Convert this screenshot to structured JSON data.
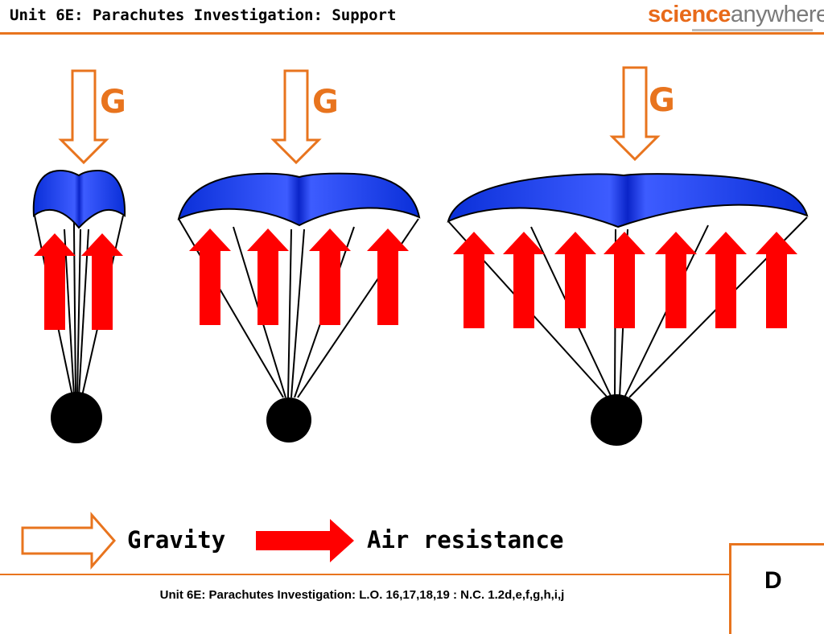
{
  "header": {
    "title": "Unit 6E: Parachutes Investigation: Support",
    "logo_part1": "science",
    "logo_part2": "anywhere"
  },
  "diagram": {
    "gravity_label": "G",
    "parachutes": [
      {
        "air_resistance_arrows": 2
      },
      {
        "air_resistance_arrows": 4
      },
      {
        "air_resistance_arrows": 7
      }
    ]
  },
  "legend": {
    "gravity": "Gravity",
    "air_resistance": "Air resistance"
  },
  "footer": {
    "text": "Unit 6E: Parachutes Investigation: L.O. 16,17,18,19 : N.C. 1.2d,e,f,g,h,i,j",
    "corner_letter": "D"
  },
  "colors": {
    "accent": "#e8741e",
    "canopy": "#1a3df5",
    "air_arrow": "#ff0000",
    "gravity_arrow_outline": "#e8741e"
  }
}
